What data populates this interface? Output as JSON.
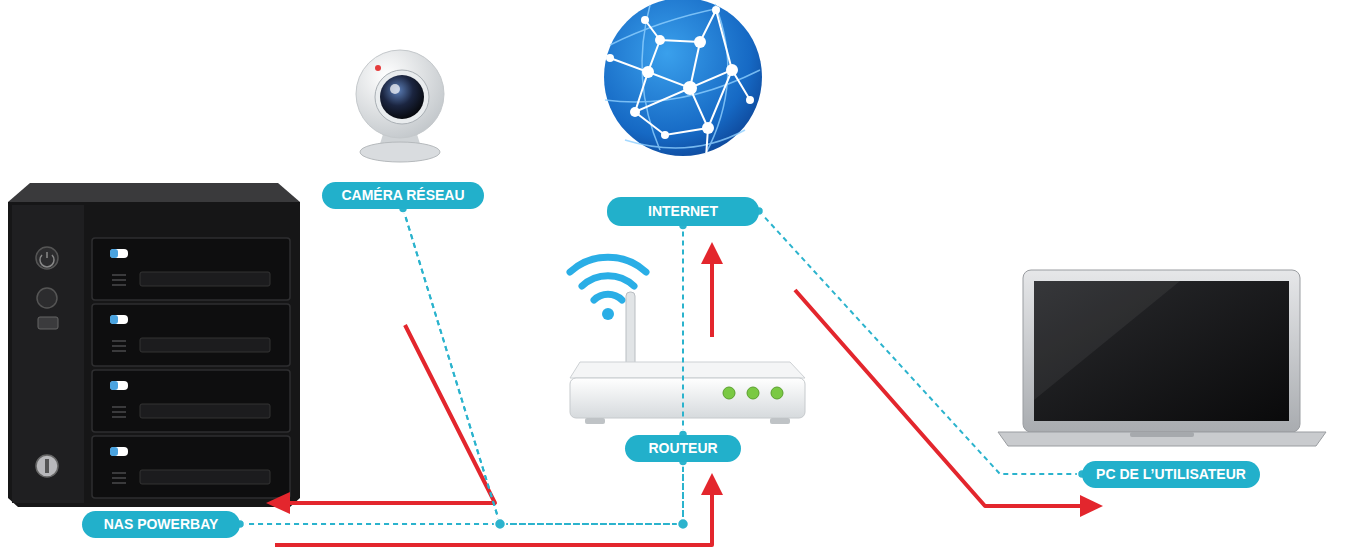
{
  "diagram": {
    "nodes": [
      {
        "text": [
          "CAMÉRA RÉSEAU"
        ]
      },
      {
        "text": [
          "INTERNET"
        ]
      },
      {
        "text": [
          "ROUTEUR"
        ]
      },
      {
        "text": [
          "NAS POWERBAY"
        ]
      },
      {
        "text": [
          "PC DE L’UTILISATEUR"
        ]
      }
    ],
    "edges": [
      {
        "from": 3,
        "to": 2,
        "arrow": "none"
      },
      {
        "from": 0,
        "to": 3,
        "arrow": "none"
      },
      {
        "from": 0,
        "to": 2,
        "arrow": "none"
      },
      {
        "from": 2,
        "to": 1,
        "arrow": "none"
      },
      {
        "from": 1,
        "to": 4,
        "arrow": "none"
      }
    ]
  }
}
